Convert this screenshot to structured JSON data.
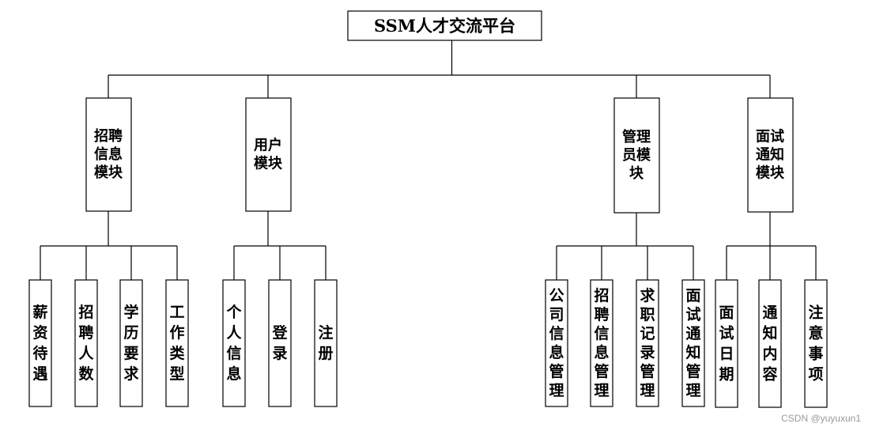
{
  "root": {
    "title": "SSM人才交流平台"
  },
  "modules": [
    {
      "lines": [
        "招聘",
        "信息",
        "模块"
      ],
      "children": [
        [
          "薪",
          "资",
          "待",
          "遇"
        ],
        [
          "招",
          "聘",
          "人",
          "数"
        ],
        [
          "学",
          "历",
          "要",
          "求"
        ],
        [
          "工",
          "作",
          "类",
          "型"
        ]
      ]
    },
    {
      "lines": [
        "用户",
        "模块"
      ],
      "children": [
        [
          "个",
          "人",
          "信",
          "息"
        ],
        [
          "登",
          "录"
        ],
        [
          "注",
          "册"
        ]
      ]
    },
    {
      "lines": [
        "管理",
        "员模",
        "块"
      ],
      "children": [
        [
          "公",
          "司",
          "信",
          "息",
          "管",
          "理"
        ],
        [
          "招",
          "聘",
          "信",
          "息",
          "管",
          "理"
        ],
        [
          "求",
          "职",
          "记",
          "录",
          "管",
          "理"
        ],
        [
          "面",
          "试",
          "通",
          "知",
          "管",
          "理"
        ]
      ]
    },
    {
      "lines": [
        "面试",
        "通知",
        "模块"
      ],
      "children": [
        [
          "面",
          "试",
          "日",
          "期"
        ],
        [
          "通",
          "知",
          "内",
          "容"
        ],
        [
          "注",
          "意",
          "事",
          "项"
        ]
      ]
    }
  ],
  "watermark": "CSDN @yuyuxun1"
}
